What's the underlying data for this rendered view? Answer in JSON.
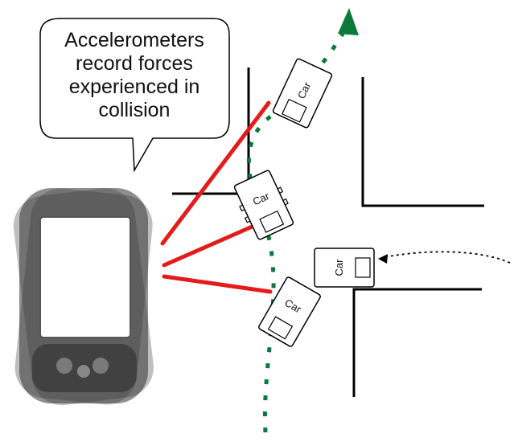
{
  "callout": {
    "lines": [
      "Accelerometers",
      "record forces",
      "experienced in",
      "collision"
    ]
  },
  "cars": [
    {
      "label": "Car"
    },
    {
      "label": "Car"
    },
    {
      "label": "Car"
    },
    {
      "label": "Car"
    }
  ],
  "colors": {
    "force_lines": "#e31b1b",
    "trajectory": "#0a7a3a",
    "roads": "#000000",
    "phone_body": "#333333"
  },
  "icons": {
    "phone": "smartphone-icon",
    "arrowhead": "arrow-up-icon"
  }
}
